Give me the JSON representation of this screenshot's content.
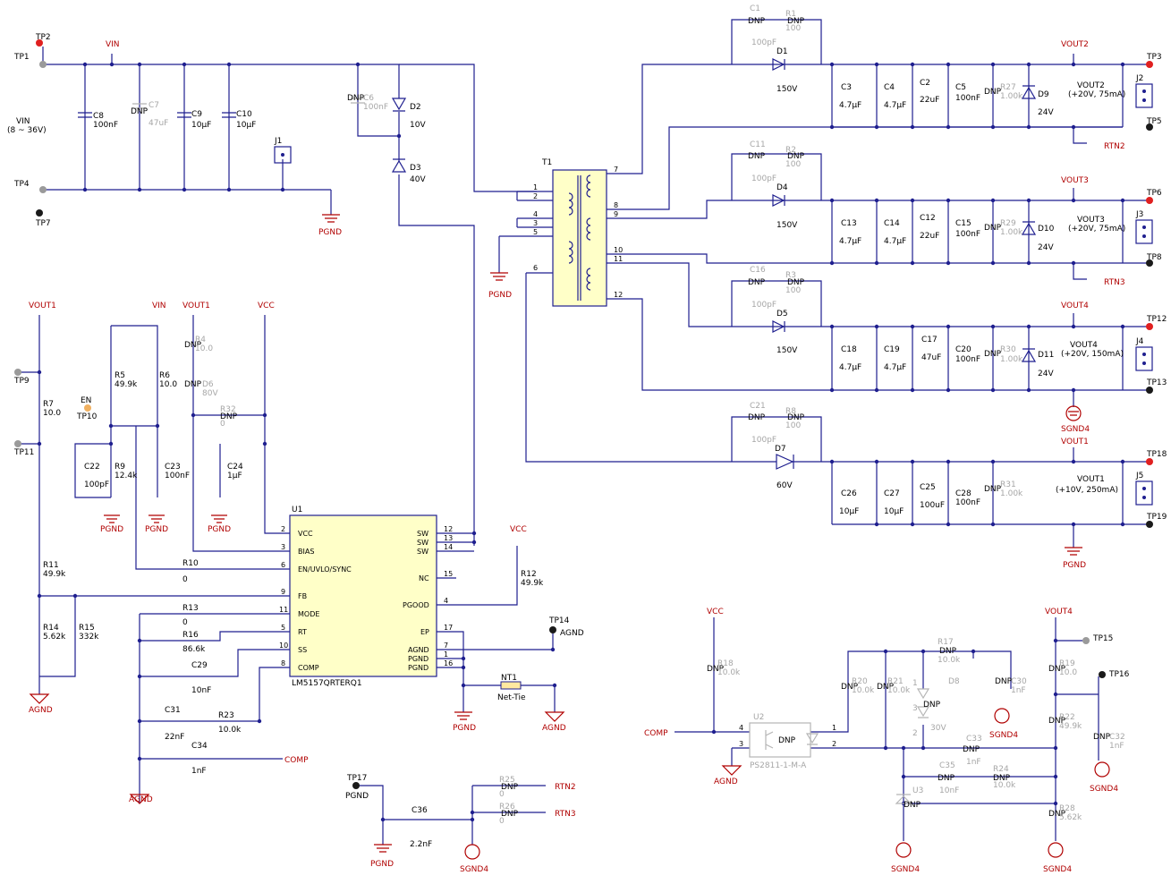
{
  "parts": {
    "tp1": "TP1",
    "tp2": "TP2",
    "tp3": "TP3",
    "tp4": "TP4",
    "tp5": "TP5",
    "tp6": "TP6",
    "tp7": "TP7",
    "tp8": "TP8",
    "tp9": "TP9",
    "tp10": "TP10",
    "tp11": "TP11",
    "tp12": "TP12",
    "tp13": "TP13",
    "tp14": "TP14",
    "tp15": "TP15",
    "tp16": "TP16",
    "tp17": "TP17",
    "tp18": "TP18",
    "tp19": "TP19",
    "c1": "C1",
    "c2": "C2",
    "c3": "C3",
    "c4": "C4",
    "c5": "C5",
    "c6": "C6",
    "c7": "C7",
    "c8": "C8",
    "c9": "C9",
    "c10": "C10",
    "c11": "C11",
    "c12": "C12",
    "c13": "C13",
    "c14": "C14",
    "c15": "C15",
    "c16": "C16",
    "c17": "C17",
    "c18": "C18",
    "c19": "C19",
    "c20": "C20",
    "c21": "C21",
    "c22": "C22",
    "c23": "C23",
    "c24": "C24",
    "c25": "C25",
    "c26": "C26",
    "c27": "C27",
    "c28": "C28",
    "c29": "C29",
    "c30": "C30",
    "c31": "C31",
    "c32": "C32",
    "c33": "C33",
    "c34": "C34",
    "c35": "C35",
    "c36": "C36",
    "r1": "R1",
    "r2": "R2",
    "r3": "R3",
    "r4": "R4",
    "r5": "R5",
    "r6": "R6",
    "r7": "R7",
    "r8": "R8",
    "r9": "R9",
    "r10": "R10",
    "r11": "R11",
    "r12": "R12",
    "r13": "R13",
    "r14": "R14",
    "r15": "R15",
    "r16": "R16",
    "r17": "R17",
    "r18": "R18",
    "r19": "R19",
    "r20": "R20",
    "r21": "R21",
    "r22": "R22",
    "r23": "R23",
    "r24": "R24",
    "r25": "R25",
    "r26": "R26",
    "r27": "R27",
    "r28": "R28",
    "r29": "R29",
    "r30": "R30",
    "r31": "R31",
    "r32": "R32",
    "d1": "D1",
    "d2": "D2",
    "d3": "D3",
    "d4": "D4",
    "d5": "D5",
    "d6": "D6",
    "d7": "D7",
    "d8": "D8",
    "d9": "D9",
    "d10": "D10",
    "d11": "D11",
    "j1": "J1",
    "j2": "J2",
    "j3": "J3",
    "j4": "J4",
    "j5": "J5",
    "t1": "T1",
    "u1": "U1",
    "u2": "U2",
    "u3": "U3",
    "nt1": "NT1"
  },
  "values": {
    "dnp": "DNP",
    "v100pf": "100pF",
    "v100ohm": "100",
    "v150v": "150V",
    "v4p7uf": "4.7µF",
    "v22uf": "22uF",
    "v100nf": "100nF",
    "v1p00k": "1.00k",
    "v24v": "24V",
    "v10v": "10V",
    "v40v": "40V",
    "v47uf": "47uF",
    "v10uf": "10µF",
    "v60v": "60V",
    "v100uf": "100uF",
    "v47uf_c7": "47uF",
    "v100nf_c6": "100nF",
    "v49p9k": "49.9k",
    "v10p0": "10.0",
    "v12p4k": "12.4k",
    "v100pf_c22": "100pF",
    "v1uf": "1µF",
    "v80v": "80V",
    "v0": "0",
    "v5p62k": "5.62k",
    "v332k": "332k",
    "v86p6k": "86.6k",
    "v10nf": "10nF",
    "v22nf": "22nF",
    "v10p0k": "10.0k",
    "v1nf": "1nF",
    "v2p2nf": "2.2nF",
    "v30v": "30V",
    "v10p0_r19": "10.0"
  },
  "nets": {
    "vin": "VIN",
    "vin_range": "VIN",
    "vin_range2": "(8 ~ 36V)",
    "vout1": "VOUT1",
    "vout2": "VOUT2",
    "vout3": "VOUT3",
    "vout4": "VOUT4",
    "vcc": "VCC",
    "en": "EN",
    "pgnd": "PGND",
    "agnd": "AGND",
    "sgnd4": "SGND4",
    "rtn2": "RTN2",
    "rtn3": "RTN3",
    "comp": "COMP"
  },
  "outputs": {
    "vout2_label": "VOUT2",
    "vout2_spec": "(+20V, 75mA)",
    "vout3_label": "VOUT3",
    "vout3_spec": "(+20V, 75mA)",
    "vout4_label": "VOUT4",
    "vout4_spec": "(+20V, 150mA)",
    "vout1_label": "VOUT1",
    "vout1_spec": "(+10V, 250mA)"
  },
  "ic": {
    "part_number": "LM5157QRTERQ1",
    "pins_left": [
      {
        "num": "2",
        "name": "VCC"
      },
      {
        "num": "3",
        "name": "BIAS"
      },
      {
        "num": "6",
        "name": "EN/UVLO/SYNC"
      },
      {
        "num": "9",
        "name": "FB"
      },
      {
        "num": "11",
        "name": "MODE"
      },
      {
        "num": "5",
        "name": "RT"
      },
      {
        "num": "10",
        "name": "SS"
      },
      {
        "num": "8",
        "name": "COMP"
      }
    ],
    "pins_right": [
      {
        "num": "12",
        "name": "SW"
      },
      {
        "num": "13",
        "name": "SW"
      },
      {
        "num": "14",
        "name": "SW"
      },
      {
        "num": "15",
        "name": "NC"
      },
      {
        "num": "4",
        "name": "PGOOD"
      },
      {
        "num": "17",
        "name": "EP"
      },
      {
        "num": "7",
        "name": "AGND"
      },
      {
        "num": "1",
        "name": "PGND"
      },
      {
        "num": "16",
        "name": "PGND"
      }
    ]
  },
  "transformer": {
    "pins": [
      "1",
      "2",
      "4",
      "3",
      "5",
      "6",
      "7",
      "8",
      "9",
      "10",
      "11",
      "12"
    ]
  },
  "misc": {
    "optocoupler": "PS2811-1-M-A",
    "nettie": "Net-Tie",
    "u2_pin1": "1",
    "u2_pin2": "2",
    "u2_pin3": "3",
    "u2_pin4": "4",
    "d8_pin1": "1",
    "d8_pin2": "2",
    "d8_pin3": "3"
  },
  "colors": {
    "wire": "#1f1f8f",
    "net_label": "#b00000",
    "dnp_part": "#a6a6a6",
    "ic_fill": "#ffffc8",
    "testpoint_red": "#e02020",
    "testpoint_black": "#1a1a1a",
    "testpoint_gray": "#9a9a9a",
    "testpoint_orange": "#f0b060"
  }
}
